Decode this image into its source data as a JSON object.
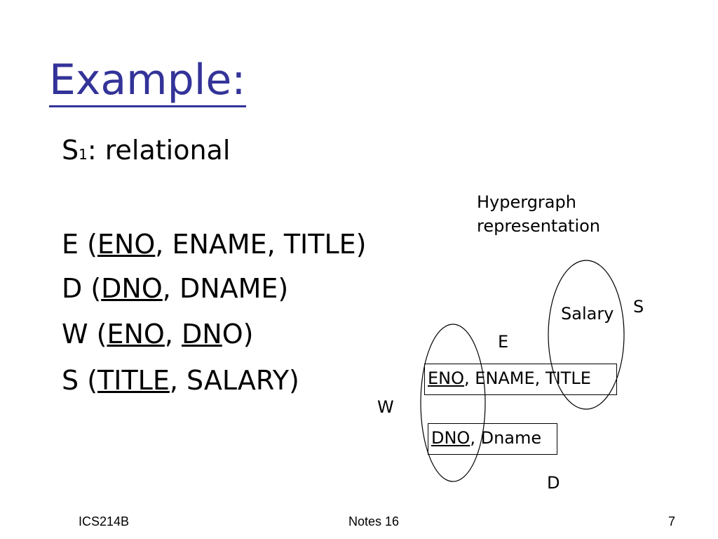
{
  "title": "Example:",
  "schema_line": {
    "prefix": "S",
    "subscript": "1",
    "suffix": ": relational"
  },
  "relations": [
    {
      "name": "E (",
      "key": "ENO",
      "rest": ", ENAME, TITLE)"
    },
    {
      "name": "D (",
      "key": "DNO",
      "rest": ", DNAME)"
    },
    {
      "name": "W (",
      "key1": "ENO",
      "sep": ", ",
      "key2": "DN",
      "rest": "O)"
    },
    {
      "name": "S (",
      "key": "TITLE",
      "rest": ", SALARY)"
    }
  ],
  "hypergraph": {
    "caption_line1": "Hypergraph",
    "caption_line2": "representation",
    "label_s": "S",
    "label_salary": "Salary",
    "label_e": "E",
    "label_w": "W",
    "label_d": "D",
    "box_e": {
      "key": "ENO",
      "rest": ", ENAME, TITLE"
    },
    "box_d": {
      "key": "DNO",
      "rest": ", Dname"
    }
  },
  "footer": {
    "left": "ICS214B",
    "center": "Notes 16",
    "right": "7"
  }
}
